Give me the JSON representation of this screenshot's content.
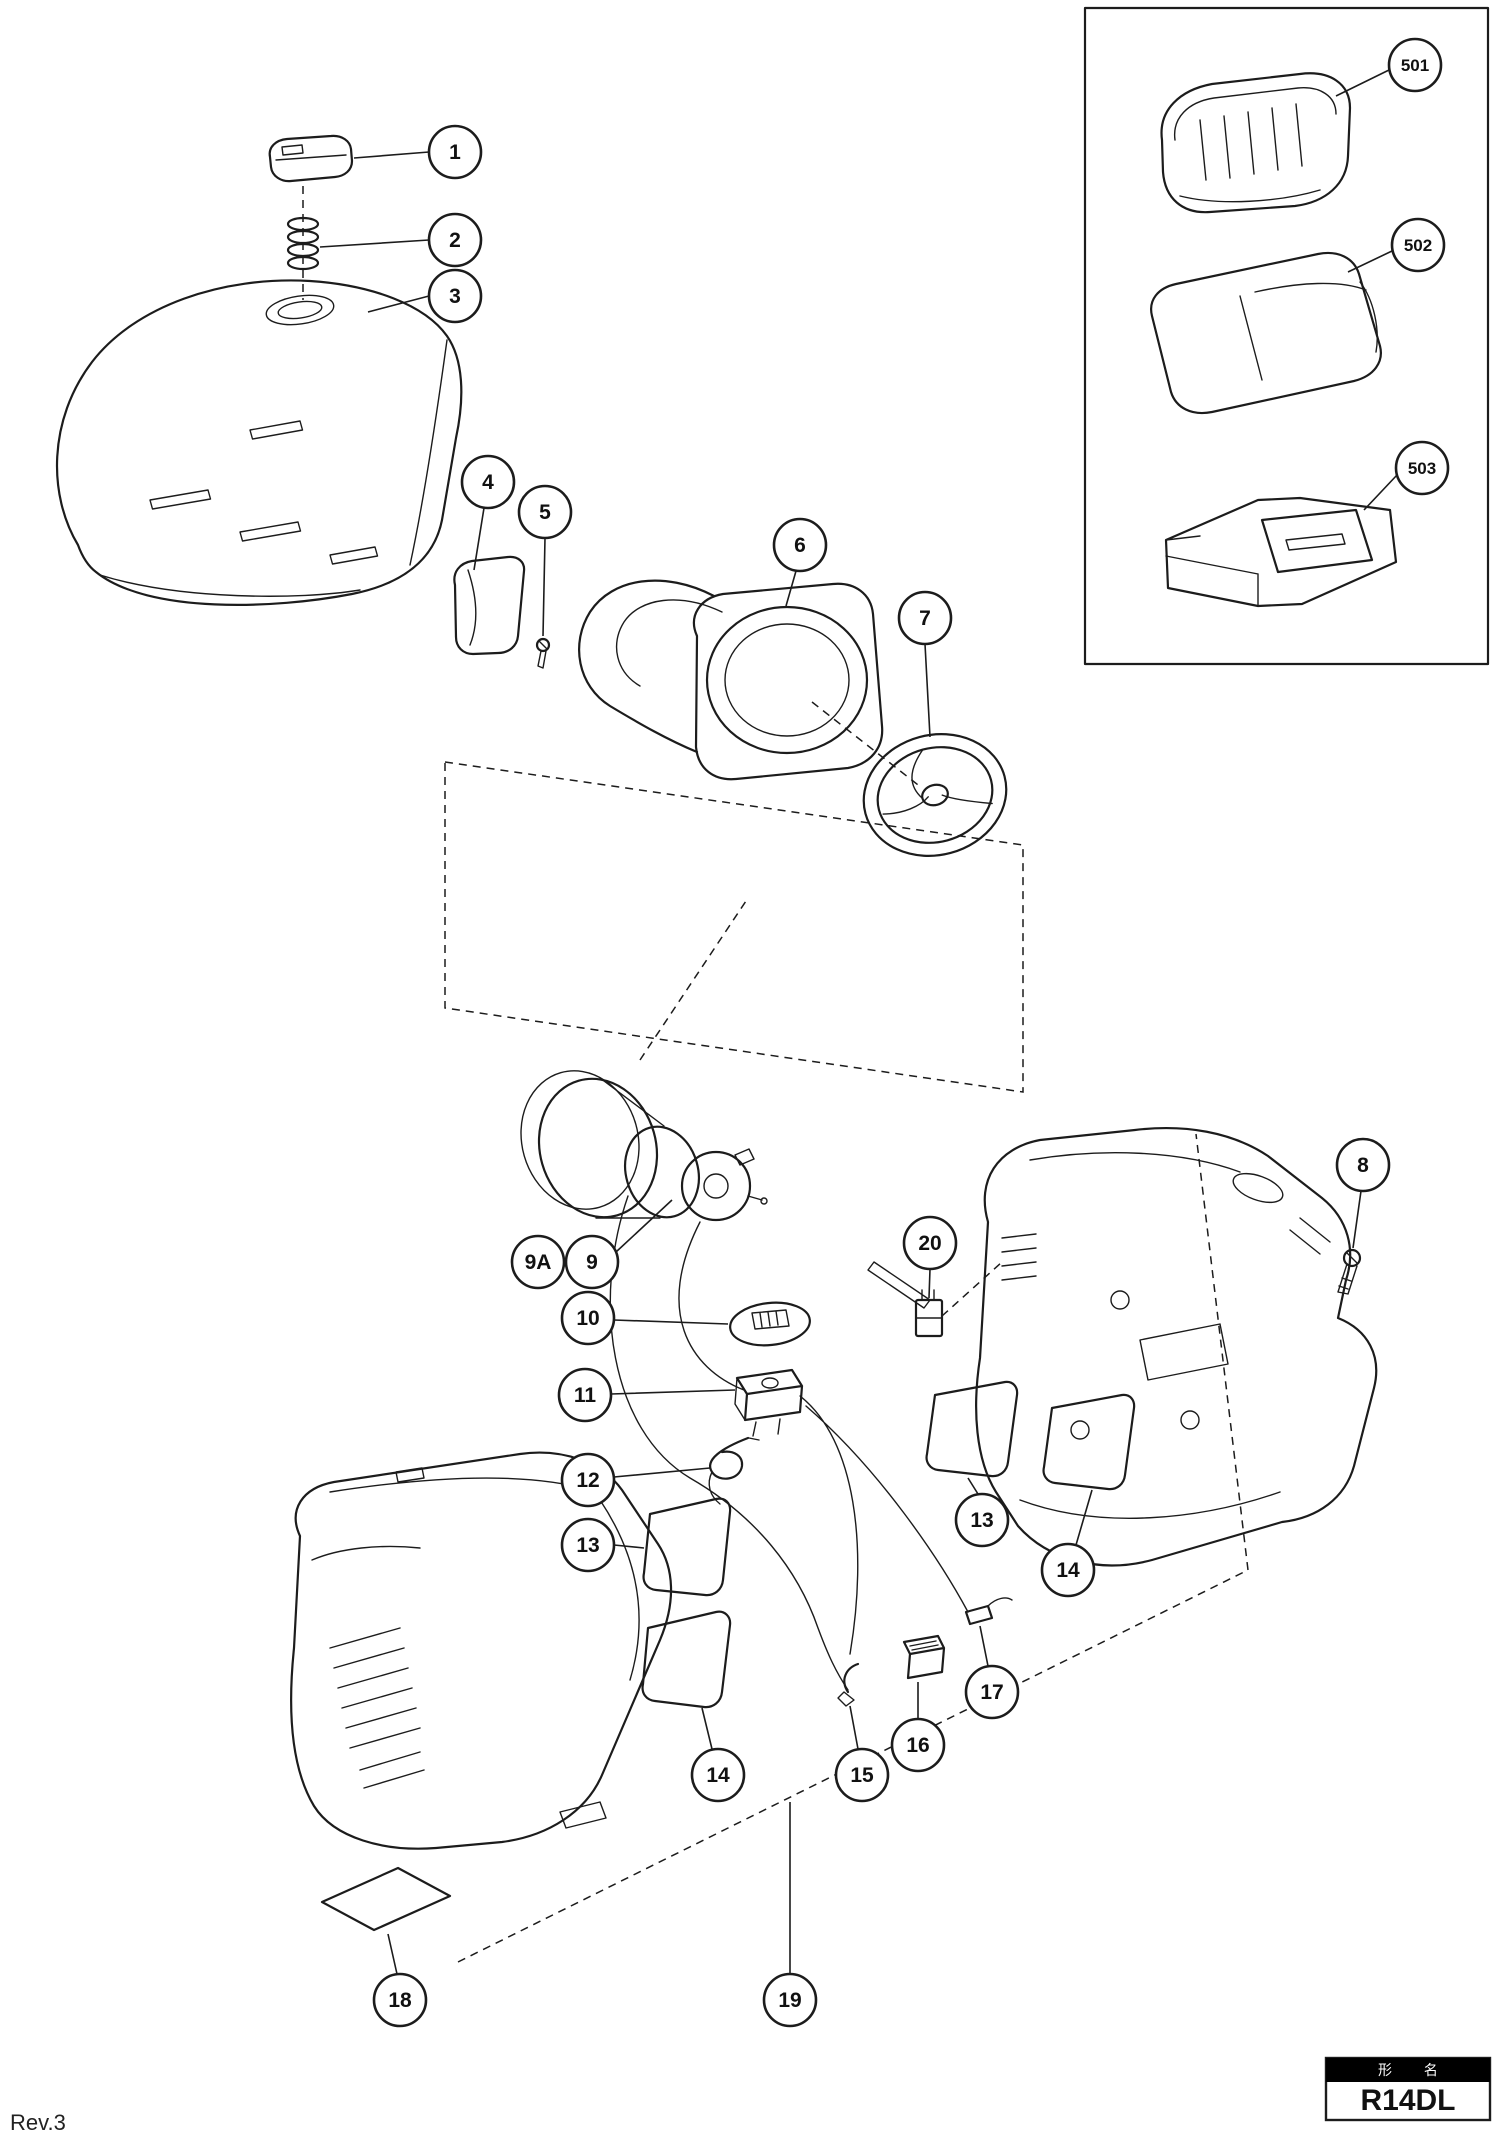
{
  "page": {
    "revision": "Rev.3"
  },
  "title_block": {
    "field_label": "形 名",
    "model": "R14DL"
  },
  "callouts": {
    "c1": "1",
    "c2": "2",
    "c3": "3",
    "c4": "4",
    "c5": "5",
    "c6": "6",
    "c7": "7",
    "c8": "8",
    "c9": "9",
    "c9a": "9A",
    "c10": "10",
    "c11": "11",
    "c12": "12",
    "c13_left": "13",
    "c13_right": "13",
    "c14_left": "14",
    "c14_right": "14",
    "c15": "15",
    "c16": "16",
    "c17": "17",
    "c18": "18",
    "c19": "19",
    "c20": "20",
    "c501": "501",
    "c502": "502",
    "c503": "503"
  },
  "colors": {
    "line": "#1c1c1c",
    "background": "#ffffff",
    "title_block_header_bg": "#000000",
    "title_block_header_text": "#ffffff"
  }
}
